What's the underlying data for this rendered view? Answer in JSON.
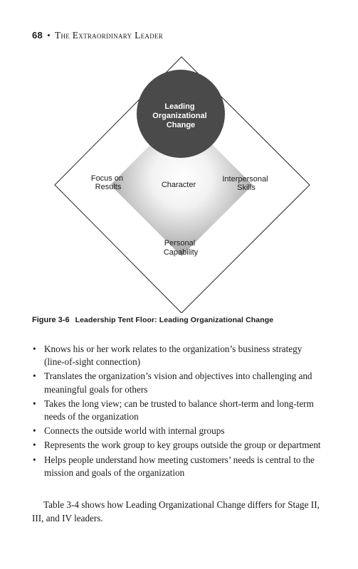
{
  "header": {
    "page_number": "68",
    "separator": "•",
    "book_title": "The Extraordinary Leader"
  },
  "figure": {
    "labels": {
      "top": [
        "Leading",
        "Organizational",
        "Change"
      ],
      "left": [
        "Focus on",
        "Results"
      ],
      "center": [
        "Character"
      ],
      "right": [
        "Interpersonal",
        "Skills"
      ],
      "bottom": [
        "Personal",
        "Capability"
      ]
    },
    "colors": {
      "circle_fill": "#4a4a4a",
      "circle_text": "#ffffff",
      "diamond_outline": "#222222",
      "gradient_center": "#ffffff",
      "gradient_edge": "#9a9a9a"
    },
    "caption": {
      "number": "Figure 3-6",
      "text": "Leadership Tent Floor: Leading Organizational Change"
    }
  },
  "bullets": [
    "Knows his or her work relates to the organization’s business strategy (line-of-sight connection)",
    "Translates the organization’s vision and objectives into challenging and meaningful goals for others",
    "Takes the long view; can be trusted to balance short-term and long-term needs of the organization",
    "Connects the outside world with internal groups",
    "Represents the work group to key groups outside the group or department",
    "Helps people understand how meeting customers’ needs is central to the mission and goals of the organization"
  ],
  "paragraph": "Table 3-4 shows how Leading Organizational Change differs for Stage II, III, and IV leaders."
}
